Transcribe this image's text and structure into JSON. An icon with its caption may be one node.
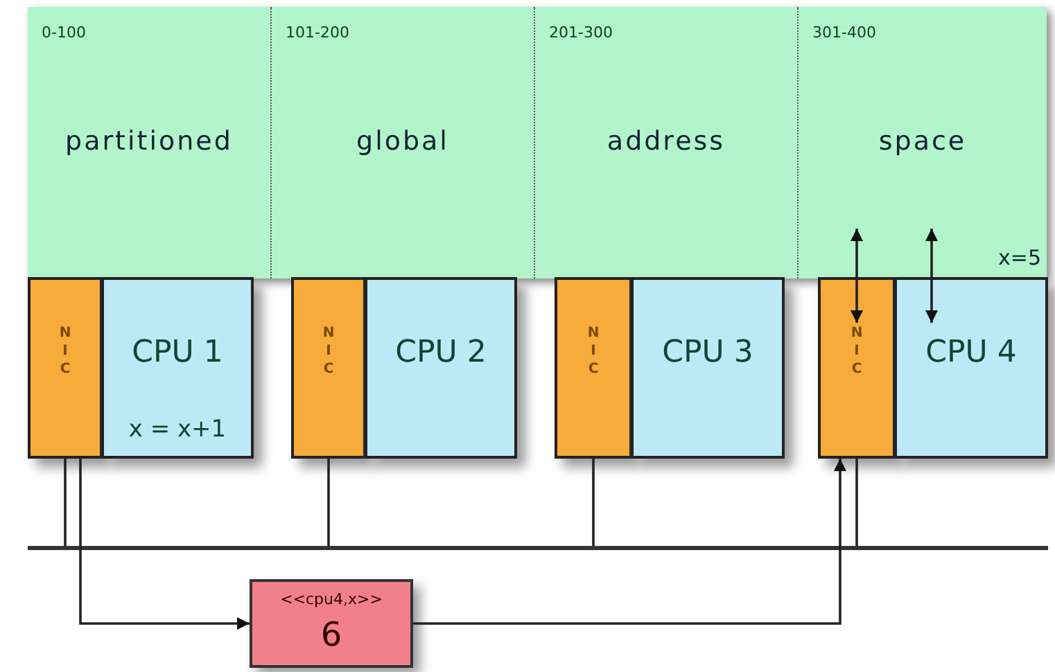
{
  "diagram": {
    "nodes": [
      {
        "text": [],
        "shape": "box"
      },
      {
        "text": [
          "0-100",
          "partitioned"
        ],
        "in": 0
      },
      {
        "text": [
          "101-200",
          "global"
        ],
        "in": 0
      },
      {
        "text": [
          "201-300",
          "address"
        ],
        "in": 0
      },
      {
        "text": [
          "301-400",
          "space",
          "x=5"
        ],
        "in": 0
      },
      {
        "text": [
          "N I C"
        ]
      },
      {
        "text": [
          "CPU 1",
          "x = x+1"
        ]
      },
      {
        "text": [
          "N I C"
        ]
      },
      {
        "text": [
          "CPU 2"
        ]
      },
      {
        "text": [
          "N I C"
        ]
      },
      {
        "text": [
          "CPU 3"
        ]
      },
      {
        "text": [
          "N I C"
        ]
      },
      {
        "text": [
          "CPU 4"
        ]
      },
      {
        "text": [],
        "shape": "bar"
      },
      {
        "text": [
          "<<cpu4,x>>",
          "6"
        ]
      }
    ],
    "edges": [
      {
        "from": 5,
        "to": 13,
        "arrow": "none"
      },
      {
        "from": 7,
        "to": 13,
        "arrow": "none"
      },
      {
        "from": 9,
        "to": 13,
        "arrow": "none"
      },
      {
        "from": 11,
        "to": 13,
        "arrow": "none"
      },
      {
        "from": 5,
        "to": 14,
        "arrow": "to"
      },
      {
        "from": 14,
        "to": 11,
        "arrow": "to"
      },
      {
        "from": 4,
        "to": 11,
        "arrow": "both"
      },
      {
        "from": 4,
        "to": 12,
        "arrow": "both"
      }
    ]
  }
}
